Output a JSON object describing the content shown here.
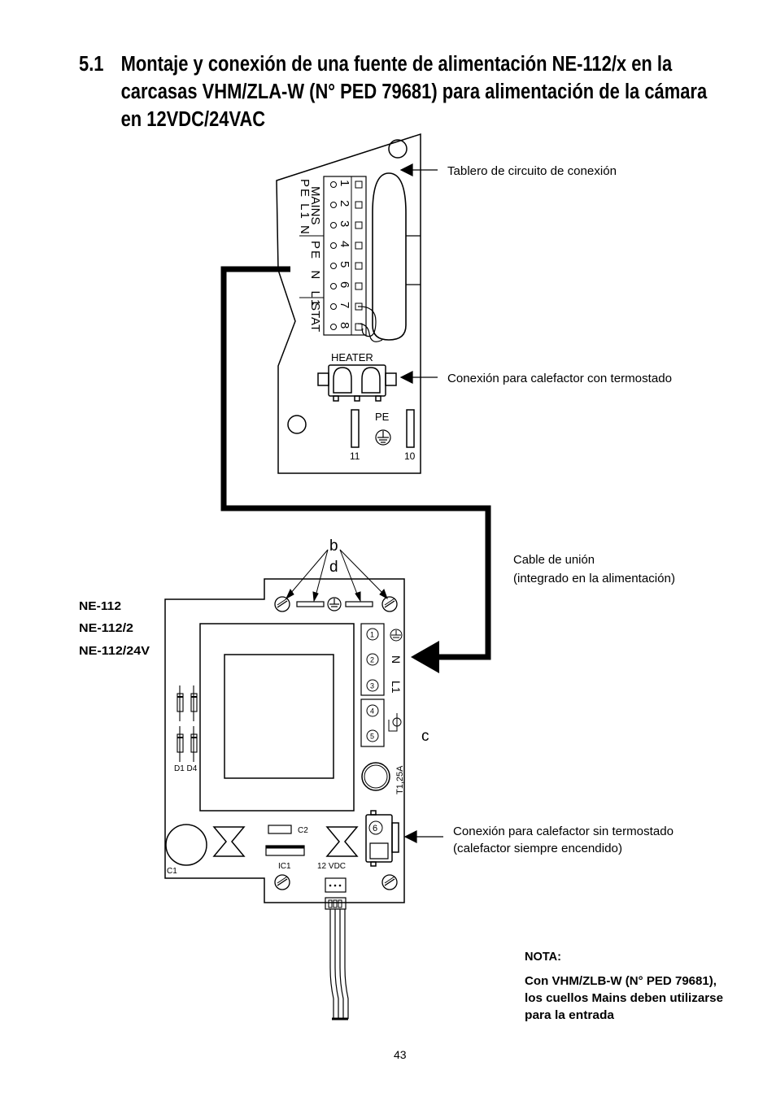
{
  "section_number": "5.1",
  "title": "Montaje y conexión de una fuente de alimentación NE-112/x en la carcasas VHM/ZLA-W (N° PED 79681) para alimentación de la cámara en 12VDC/24VAC",
  "callouts": {
    "board": "Tablero de circuito de conexión",
    "heater_thermo": "Conexión para calefactor con termostado",
    "cable_line1": "Cable de unión",
    "cable_line2": "(integrado en la alimentación)",
    "heater_no_thermo_line1": "Conexión para calefactor sin termostado",
    "heater_no_thermo_line2": "(calefactor siempre encendido)"
  },
  "models": [
    "NE-112",
    "NE-112/2",
    "NE-112/24V"
  ],
  "note": {
    "heading": "NOTA:",
    "line1": "Con VHM/ZLB-W (N° PED 79681),",
    "line2": "los cuellos Mains deben utilizarse",
    "line3": "para la entrada"
  },
  "board_labels": {
    "mains_group": "PE L1 N",
    "mains": "MAINS",
    "out_group": "PE  N  L1",
    "stat": "STAT",
    "terminals": [
      "1",
      "2",
      "3",
      "4",
      "5",
      "6",
      "7",
      "8"
    ],
    "heater": "HEATER",
    "pe": "PE",
    "t11": "11",
    "t10": "10"
  },
  "psu_labels": {
    "b": "b",
    "d": "d",
    "c": "c",
    "n": "N",
    "l1": "L1",
    "terminals": [
      "1",
      "2",
      "3",
      "4",
      "5",
      "6"
    ],
    "fuse": "T1,25A",
    "diodes": "D1 D4",
    "c1": "C1",
    "c2": "C2",
    "ic1": "IC1",
    "vdc": "12 VDC"
  },
  "page_number": "43"
}
